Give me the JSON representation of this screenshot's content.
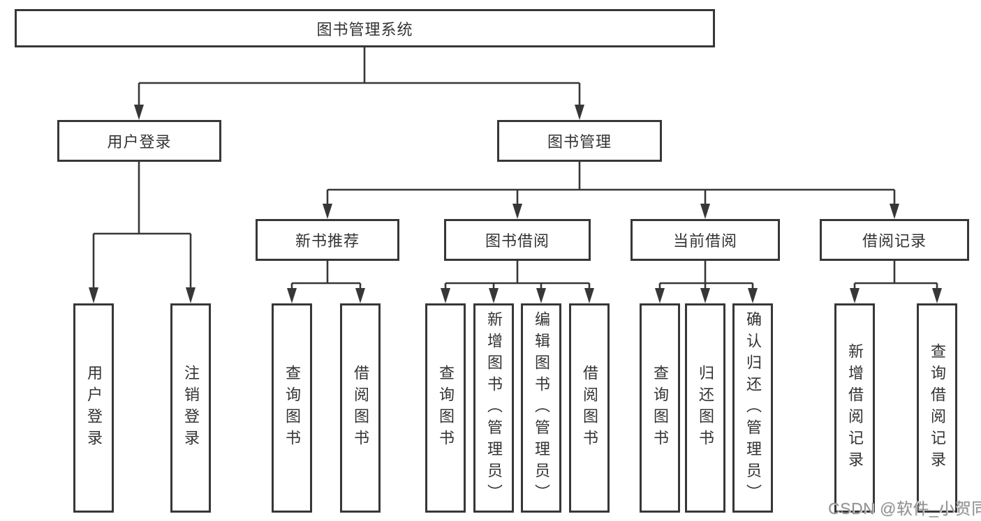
{
  "diagram": {
    "root": {
      "label": "图书管理系统"
    },
    "level2": [
      {
        "label": "用户登录"
      },
      {
        "label": "图书管理"
      }
    ],
    "level3": [
      {
        "label": "新书推荐"
      },
      {
        "label": "图书借阅"
      },
      {
        "label": "当前借阅"
      },
      {
        "label": "借阅记录"
      }
    ],
    "leaves": {
      "user_login": [
        "用户登录",
        "注销登录"
      ],
      "new_books": [
        "查询图书",
        "借阅图书"
      ],
      "book_borrowing": [
        "查询图书",
        "新增图书（管理员）",
        "编辑图书（管理员）",
        "借阅图书"
      ],
      "current_borrowing": [
        "查询图书",
        "归还图书",
        "确认归还（管理员）"
      ],
      "borrow_records": [
        "新增借阅记录",
        "查询借阅记录"
      ]
    },
    "watermark": "CSDN @软件_小贺同学",
    "colors": {
      "line": "#373737",
      "text": "#333333",
      "box_fill": "#ffffff",
      "watermark": "#929292",
      "background": "#ffffff"
    }
  }
}
